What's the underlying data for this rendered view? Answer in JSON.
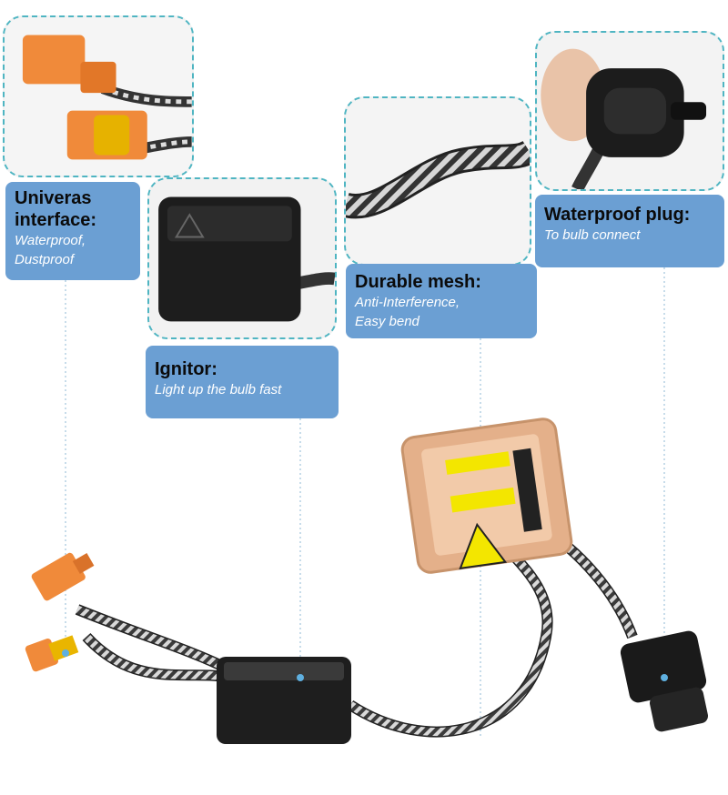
{
  "callouts": {
    "interface": {
      "title_line1": "Univeras",
      "title_line2": "interface:",
      "sub_line1": "Waterproof,",
      "sub_line2": "Dustproof"
    },
    "ignitor": {
      "title": "Ignitor:",
      "sub": "Light up the bulb fast"
    },
    "mesh": {
      "title": "Durable mesh:",
      "sub_line1": "Anti-Interference,",
      "sub_line2": "Easy bend"
    },
    "plug": {
      "title": "Waterproof plug:",
      "sub": "To bulb connect"
    }
  },
  "colors": {
    "label_bg": "#6b9fd3",
    "dash_border": "#4fb5c2",
    "connector_orange": "#f08a3a",
    "ballast_gold": "#e4b08a"
  },
  "icons": [
    "connector-photo",
    "ignitor-photo",
    "mesh-photo",
    "plug-photo"
  ]
}
